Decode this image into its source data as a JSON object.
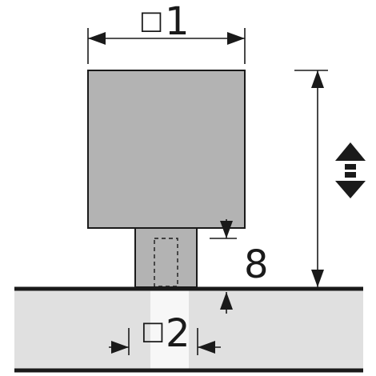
{
  "dimensions": {
    "top_width": {
      "symbol": "□",
      "value": "1"
    },
    "slot_width": {
      "symbol": "□",
      "value": "2"
    },
    "gap": {
      "value": "8"
    }
  },
  "colors": {
    "block_fill": "#b3b3b3",
    "rail_fill": "#e0e0e0",
    "slot_fill": "#f7f7f7",
    "line": "#1a1a1a"
  },
  "icons": {
    "height_adjust": "double-arrow-up-down-icon"
  }
}
